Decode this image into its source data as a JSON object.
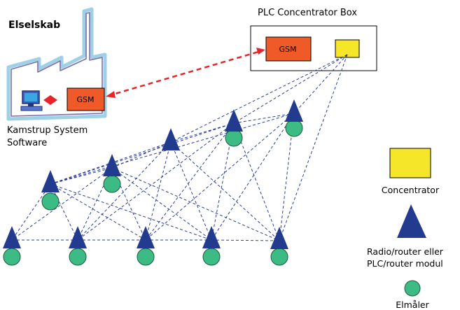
{
  "labels": {
    "company": "Elselskab",
    "software_line1": "Kamstrup System",
    "software_line2": "Software",
    "plc_box_title": "PLC Concentrator Box",
    "gsm_left": "GSM",
    "gsm_right": "GSM"
  },
  "legend": {
    "concentrator": "Concentrator",
    "router_line1": "Radio/router eller",
    "router_line2": "PLC/router modul",
    "meter": "Elmåler"
  },
  "colors": {
    "factory_outline": "#9ed0e6",
    "factory_inner": "#7a6fae",
    "gsm_fill": "#f05a28",
    "concentrator_fill": "#f5e629",
    "router_fill": "#233b8f",
    "meter_fill": "#3dbb84",
    "link_dashed_red": "#e8242a",
    "mesh_dashed_blue": "#2b3f99"
  },
  "icons": {
    "computer": "computer-icon",
    "connector": "red-diamond-connector"
  }
}
